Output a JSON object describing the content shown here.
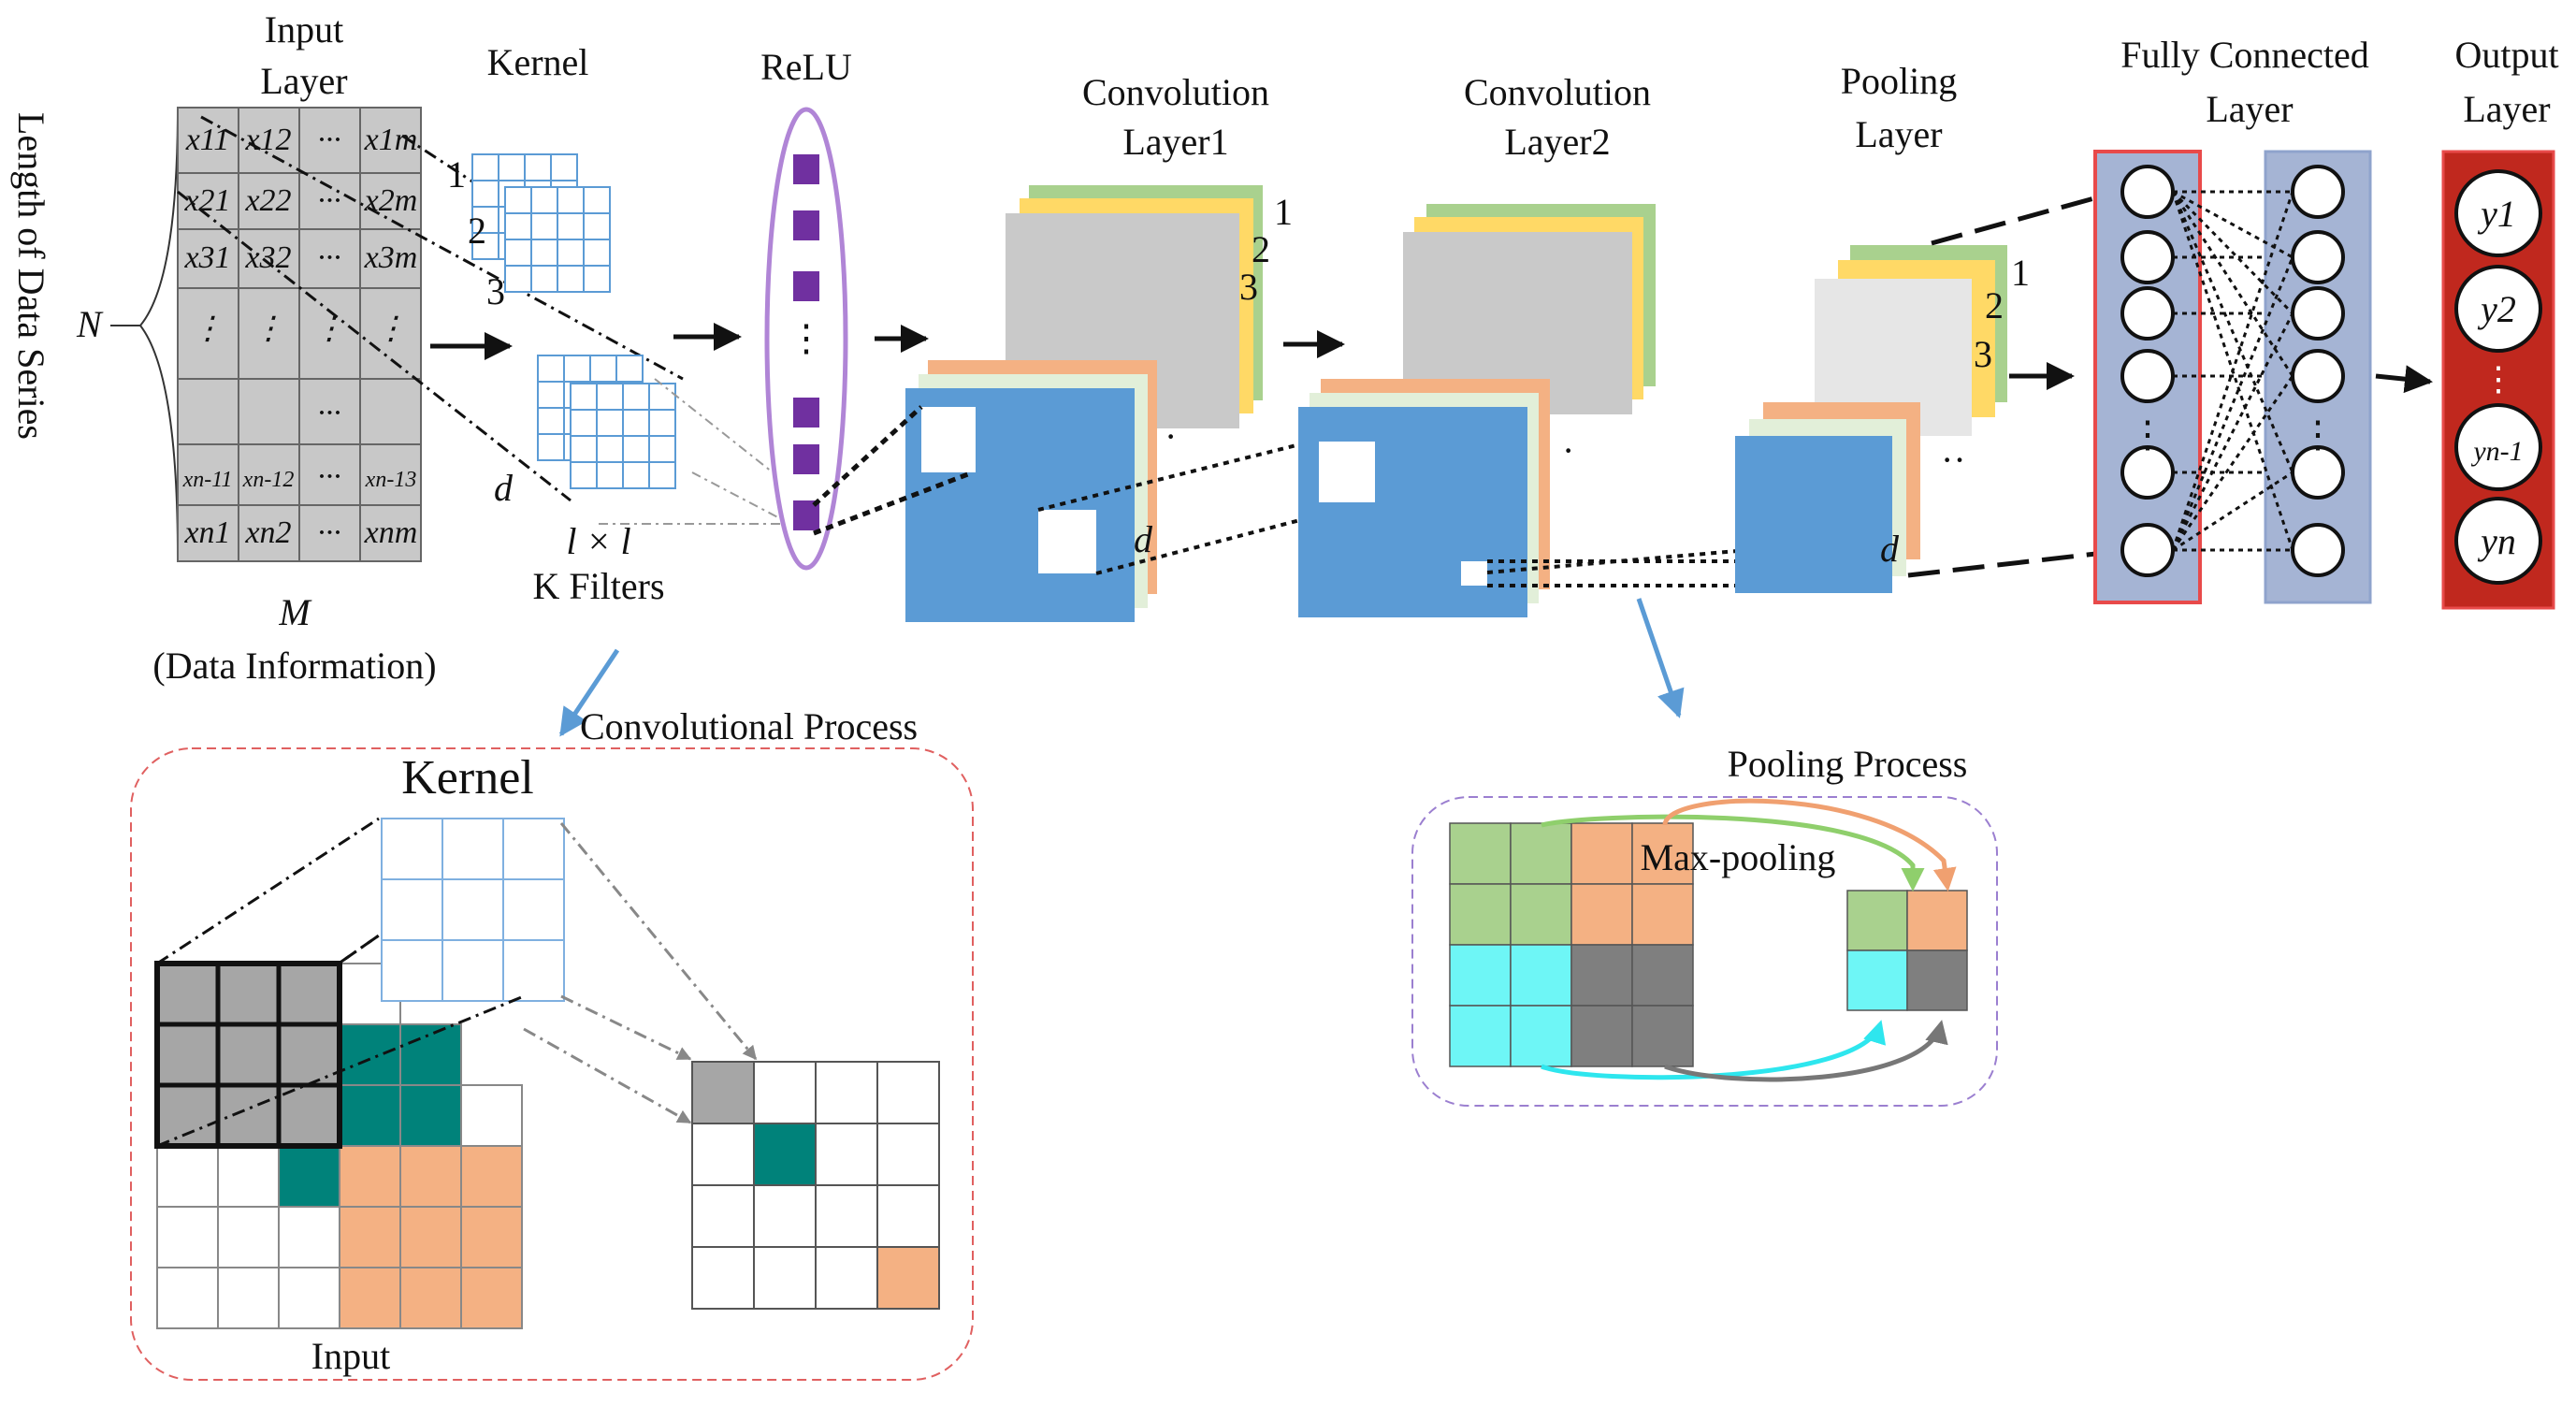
{
  "labels": {
    "input_layer": [
      "Input",
      "Layer"
    ],
    "kernel": "Kernel",
    "relu": "ReLU",
    "conv1": [
      "Convolution",
      "Layer1"
    ],
    "conv2": [
      "Convolution",
      "Layer2"
    ],
    "pooling": [
      "Pooling",
      "Layer"
    ],
    "fully_connected": [
      "Fully Connected",
      "Layer"
    ],
    "output": [
      "Output",
      "Layer"
    ],
    "length_axis": "Length of Data Series",
    "n_symbol": "N",
    "m_symbol": "M",
    "data_info": "(Data Information)",
    "filters_size": "l × l",
    "filters_count": "K Filters",
    "conv_process": "Convolutional Process",
    "conv_process_kernel": "Kernel",
    "conv_process_input": "Input",
    "pooling_process": "Pooling Process",
    "max_pooling": "Max-pooling",
    "kernel_indices": [
      "1",
      "2",
      "3",
      "d"
    ],
    "layer_indices": [
      "1",
      "2",
      "3",
      "d"
    ],
    "dots": "⋯"
  },
  "input_matrix": [
    [
      "x11",
      "x12",
      "···",
      "x1m"
    ],
    [
      "x21",
      "x22",
      "···",
      "x2m"
    ],
    [
      "x31",
      "x32",
      "···",
      "x3m"
    ],
    [
      "⋮",
      "⋮",
      "⋮",
      "⋮"
    ],
    [
      "",
      "",
      "···",
      ""
    ],
    [
      "xn-11",
      "xn-12",
      "···",
      "xn-13"
    ],
    [
      "xn1",
      "xn2",
      "···",
      "xnm"
    ]
  ],
  "outputs": [
    "y1",
    "y2",
    "⋮",
    "yn-1",
    "yn"
  ],
  "colors": {
    "blue_map": "#5b9bd5",
    "orange_map": "#f4b183",
    "green_map": "#a9d18e",
    "yellow_map": "#ffd966",
    "gray_map": "#c9c9c9",
    "relu_square": "#7030a0",
    "relu_border": "#b085d6",
    "fc_fill": "#a5b4d4",
    "fc_border_red": "#e84a4a",
    "output_fill": "#c0281e",
    "teal": "#00827a",
    "peach": "#f4b183",
    "cyan": "#6ef6f6",
    "dark_gray": "#7f7f7f",
    "pool_green": "#a9d18e",
    "arrow_blue": "#5b9bd5"
  }
}
